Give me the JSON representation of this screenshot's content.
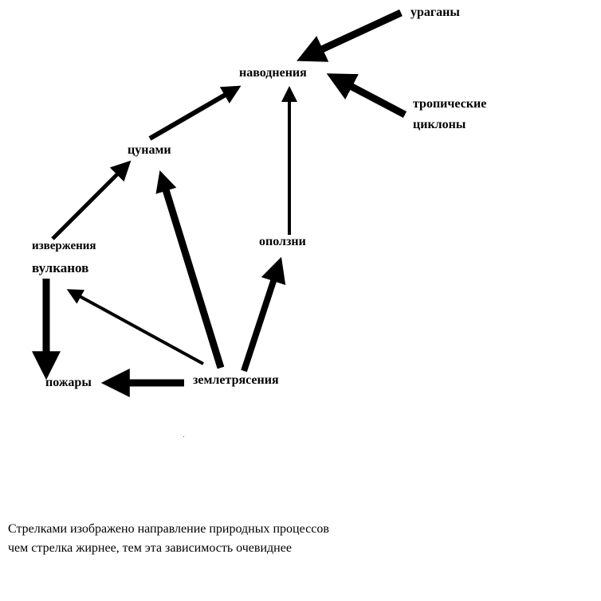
{
  "nodes": {
    "floods": "наводнения",
    "hurricanes": "ураганы",
    "tropical_1": "тропические",
    "tropical_2": "циклоны",
    "tsunami": "цунами",
    "eruptions_1": "извержения",
    "eruptions_2": "вулканов",
    "landslides": "оползни",
    "fires": "пожары",
    "earthquakes": "землетрясения"
  },
  "edges": [
    {
      "from": "hurricanes",
      "to": "floods",
      "weight": "thick"
    },
    {
      "from": "tropical_cyclones",
      "to": "floods",
      "weight": "thick"
    },
    {
      "from": "tsunami",
      "to": "floods",
      "weight": "medium"
    },
    {
      "from": "landslides",
      "to": "floods",
      "weight": "thin"
    },
    {
      "from": "eruptions",
      "to": "tsunami",
      "weight": "medium"
    },
    {
      "from": "earthquakes",
      "to": "tsunami",
      "weight": "thick"
    },
    {
      "from": "earthquakes",
      "to": "landslides",
      "weight": "thick"
    },
    {
      "from": "earthquakes",
      "to": "eruptions",
      "weight": "medium"
    },
    {
      "from": "eruptions",
      "to": "fires",
      "weight": "thick"
    },
    {
      "from": "earthquakes",
      "to": "fires",
      "weight": "thick"
    }
  ],
  "caption": {
    "line1": "Стрелками изображено направление природных процессов",
    "line2": "чем стрелка жирнее, тем эта зависимость очевиднее"
  }
}
